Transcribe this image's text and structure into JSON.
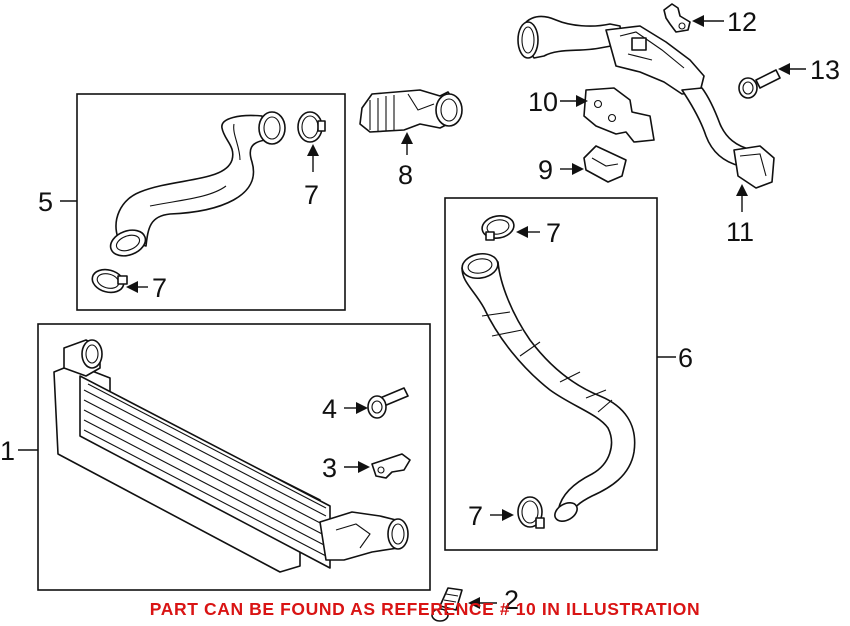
{
  "diagram": {
    "callouts": [
      "1",
      "2",
      "3",
      "4",
      "5",
      "6",
      "7",
      "8",
      "9",
      "10",
      "11",
      "12",
      "13"
    ],
    "footer_note": "PART CAN BE FOUND AS REFERENCE # 10 IN ILLUSTRATION",
    "colors": {
      "note": "#d91414",
      "line": "#111111",
      "background": "#ffffff"
    }
  }
}
